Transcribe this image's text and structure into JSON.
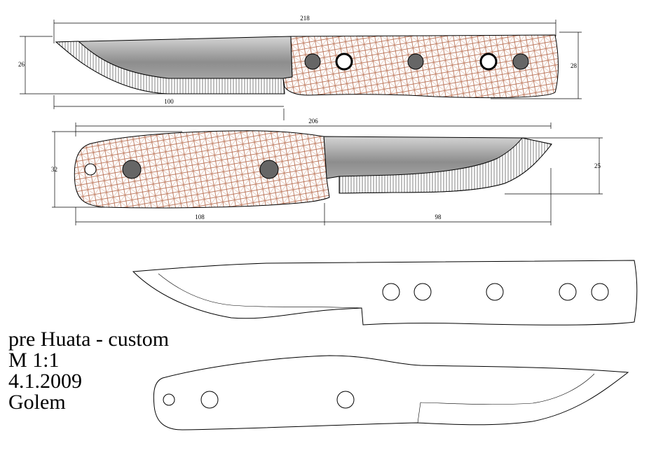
{
  "title_block": {
    "name": "pre Huata - custom",
    "scale": "M 1:1",
    "date": "4.1.2009",
    "author": "Golem"
  },
  "knife_top": {
    "overall_length": "218",
    "blade_height": "26",
    "handle_height": "28",
    "blade_length": "100"
  },
  "knife_bottom": {
    "overall_length": "206",
    "handle_height": "32",
    "blade_height": "25",
    "handle_length": "108",
    "blade_length": "98"
  },
  "colors": {
    "handle_pattern": "#b5684a",
    "handle_fill": "#ffffff",
    "pin_fill": "#666666",
    "outline": "#000000"
  }
}
